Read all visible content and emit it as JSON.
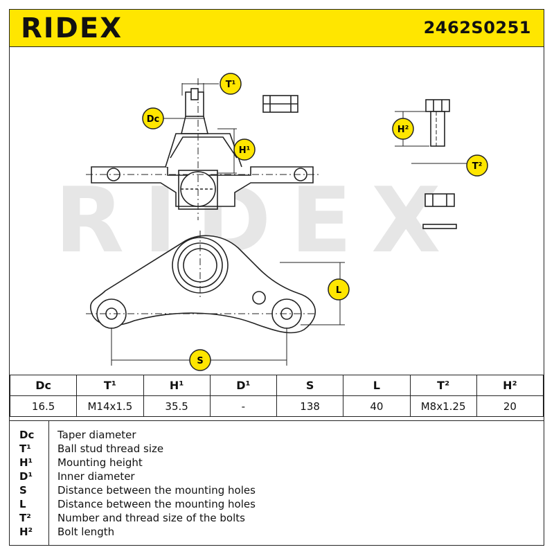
{
  "header": {
    "brand": "RIDEX",
    "part_number": "2462S0251"
  },
  "callouts": {
    "t1": "T¹",
    "dc": "Dc",
    "h1": "H¹",
    "h2": "H²",
    "t2": "T²",
    "l": "L",
    "s": "S"
  },
  "watermark": "RIDEX",
  "specs_table": {
    "headers": [
      "Dc",
      "T¹",
      "H¹",
      "D¹",
      "S",
      "L",
      "T²",
      "H²"
    ],
    "values": [
      "16.5",
      "M14x1.5",
      "35.5",
      "-",
      "138",
      "40",
      "M8x1.25",
      "20"
    ]
  },
  "legend": [
    {
      "key": "Dc",
      "desc": "Taper diameter"
    },
    {
      "key": "T¹",
      "desc": "Ball stud thread size"
    },
    {
      "key": "H¹",
      "desc": "Mounting height"
    },
    {
      "key": "D¹",
      "desc": "Inner diameter"
    },
    {
      "key": "S",
      "desc": "Distance between the mounting holes"
    },
    {
      "key": "L",
      "desc": "Distance between the mounting holes"
    },
    {
      "key": "T²",
      "desc": "Number and thread size of the bolts"
    },
    {
      "key": "H²",
      "desc": "Bolt length"
    }
  ],
  "colors": {
    "header_bg": "#ffe600",
    "callout_bg": "#ffe600",
    "watermark": "#e6e6e6",
    "line": "#222222"
  }
}
